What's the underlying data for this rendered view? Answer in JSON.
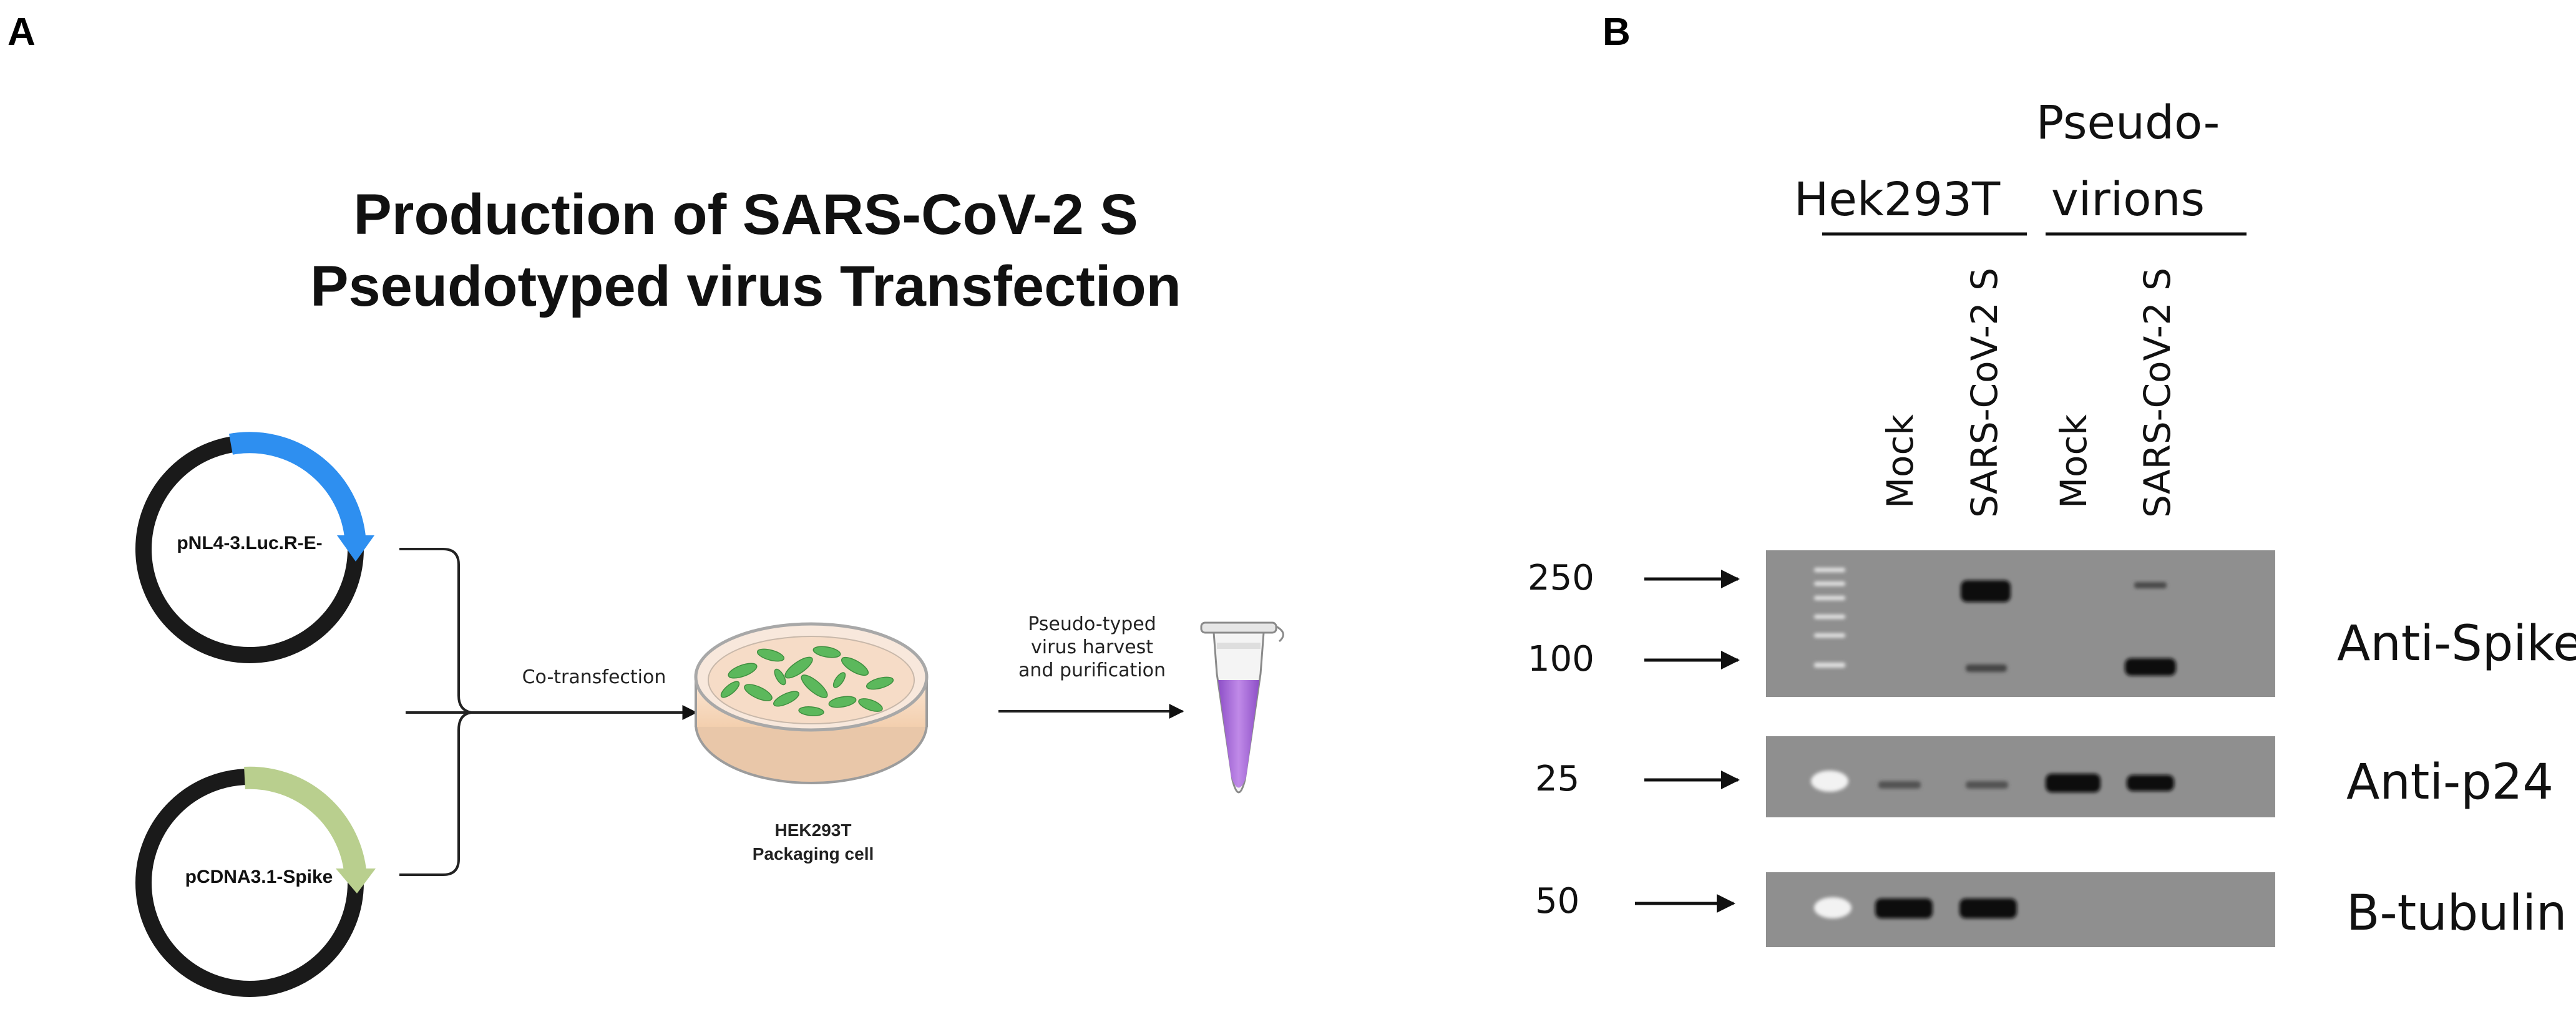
{
  "panel_a": {
    "letter": "A",
    "title_line1": "Production of SARS-CoV-2 S",
    "title_line2": "Pseudotyped virus Transfection",
    "plasmid1_label": "pNL4-3.Luc.R-E-",
    "plasmid2_label": "pCDNA3.1-Spike",
    "step1_label": "Co-transfection",
    "cell_label_line1": "HEK293T",
    "cell_label_line2": "Packaging cell",
    "step2_line1": "Pseudo-typed",
    "step2_line2": "virus  harvest",
    "step2_line3": "and purification",
    "colors": {
      "plasmid_ring": "#1a1a1a",
      "plasmid1_insert": "#2e8ff0",
      "plasmid2_insert": "#b9cf8e",
      "cell_green": "#5cb85c",
      "tube_liquid": "#a96dd8"
    }
  },
  "panel_b": {
    "letter": "B",
    "group1_label": "Hek293T",
    "group2_line1": "Pseudo-",
    "group2_line2": "virions",
    "lanes": [
      "Mock",
      "SARS-CoV-2 S",
      "Mock",
      "SARS-CoV-2 S"
    ],
    "markers": [
      "250",
      "100",
      "25",
      "50"
    ],
    "blots": [
      "Anti-Spike",
      "Anti-p24",
      "B-tubulin"
    ]
  }
}
